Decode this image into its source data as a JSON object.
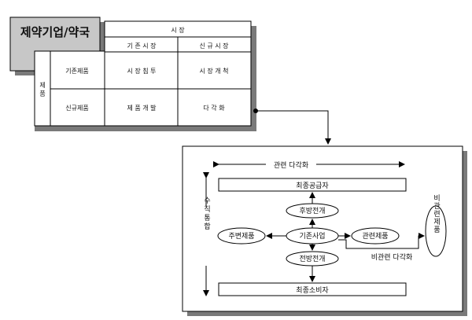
{
  "title": "제약기업/약국",
  "matrix": {
    "market_header": "시 장",
    "col_existing": "기 존 시 장",
    "col_new": "신 규 시 장",
    "row_header": "제 품",
    "row_existing": "기존제품",
    "row_new": "신규제품",
    "cell_penetration": "시 장 침 투",
    "cell_market_dev": "시 장 개 척",
    "cell_product_dev": "제 품 개 발",
    "cell_diversification": "다 각 화"
  },
  "flow": {
    "related_diversification": "관련 다각화",
    "final_supplier": "최종공급자",
    "backward": "후방전개",
    "vertical_integration": "수직통합",
    "peripheral_product": "주변제품",
    "existing_business": "기존사업",
    "related_product": "관련제품",
    "unrelated_product": "비관련제품",
    "forward": "전방전개",
    "unrelated_diversification": "비관련 다각화",
    "final_consumer": "최종소비자"
  }
}
